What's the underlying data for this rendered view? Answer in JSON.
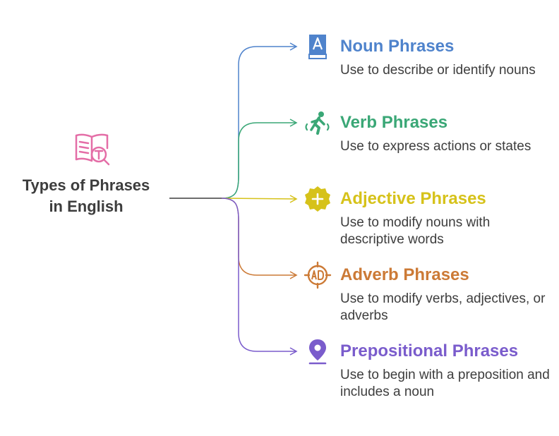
{
  "root": {
    "title_line1": "Types of Phrases",
    "title_line2": "in English",
    "icon": "book-search-icon",
    "color": "#e46ea7"
  },
  "branches": [
    {
      "title": "Noun Phrases",
      "description": "Use to describe or identify nouns",
      "icon": "book-letter-icon",
      "color": "#4f83cc"
    },
    {
      "title": "Verb Phrases",
      "description": "Use to express actions or states",
      "icon": "running-person-icon",
      "color": "#3aa776"
    },
    {
      "title": "Adjective Phrases",
      "description": "Use to modify nouns with descriptive words",
      "icon": "plus-badge-icon",
      "color": "#d6c21a"
    },
    {
      "title": "Adverb Phrases",
      "description": "Use to modify verbs, adjectives, or adverbs",
      "icon": "ad-target-icon",
      "color": "#cc7a36"
    },
    {
      "title": "Prepositional Phrases",
      "description": "Use to begin with a preposition and includes a noun",
      "icon": "location-pin-icon",
      "color": "#7a5ccc"
    }
  ]
}
